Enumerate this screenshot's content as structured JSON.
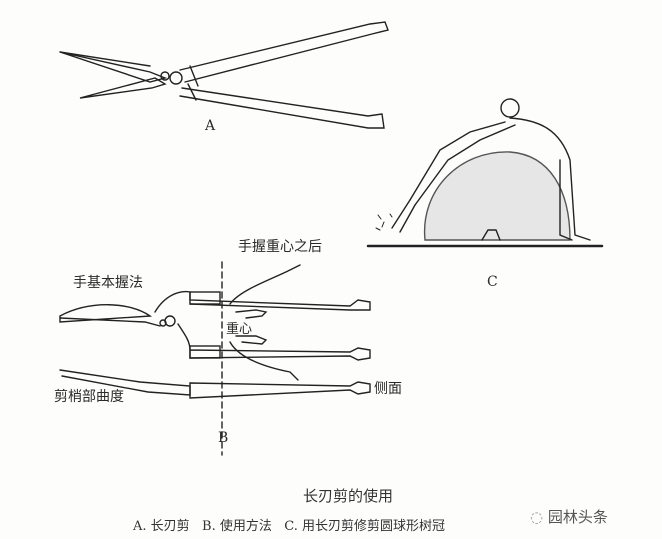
{
  "figure": {
    "label_a": "A",
    "label_b": "B",
    "label_c": "C",
    "annotations": {
      "grip_after_center": "手握重心之后",
      "basic_grip": "手基本握法",
      "center_of_gravity": "重心",
      "blade_curvature": "剪梢部曲度",
      "side_view": "侧面"
    }
  },
  "caption": {
    "title": "长刃剪的使用",
    "legend": "A. 长刃剪   B. 使用方法   C. 用长刃剪修剪圆球形树冠"
  },
  "watermark": {
    "icon": "wechat-icon",
    "text": "园林头条"
  }
}
